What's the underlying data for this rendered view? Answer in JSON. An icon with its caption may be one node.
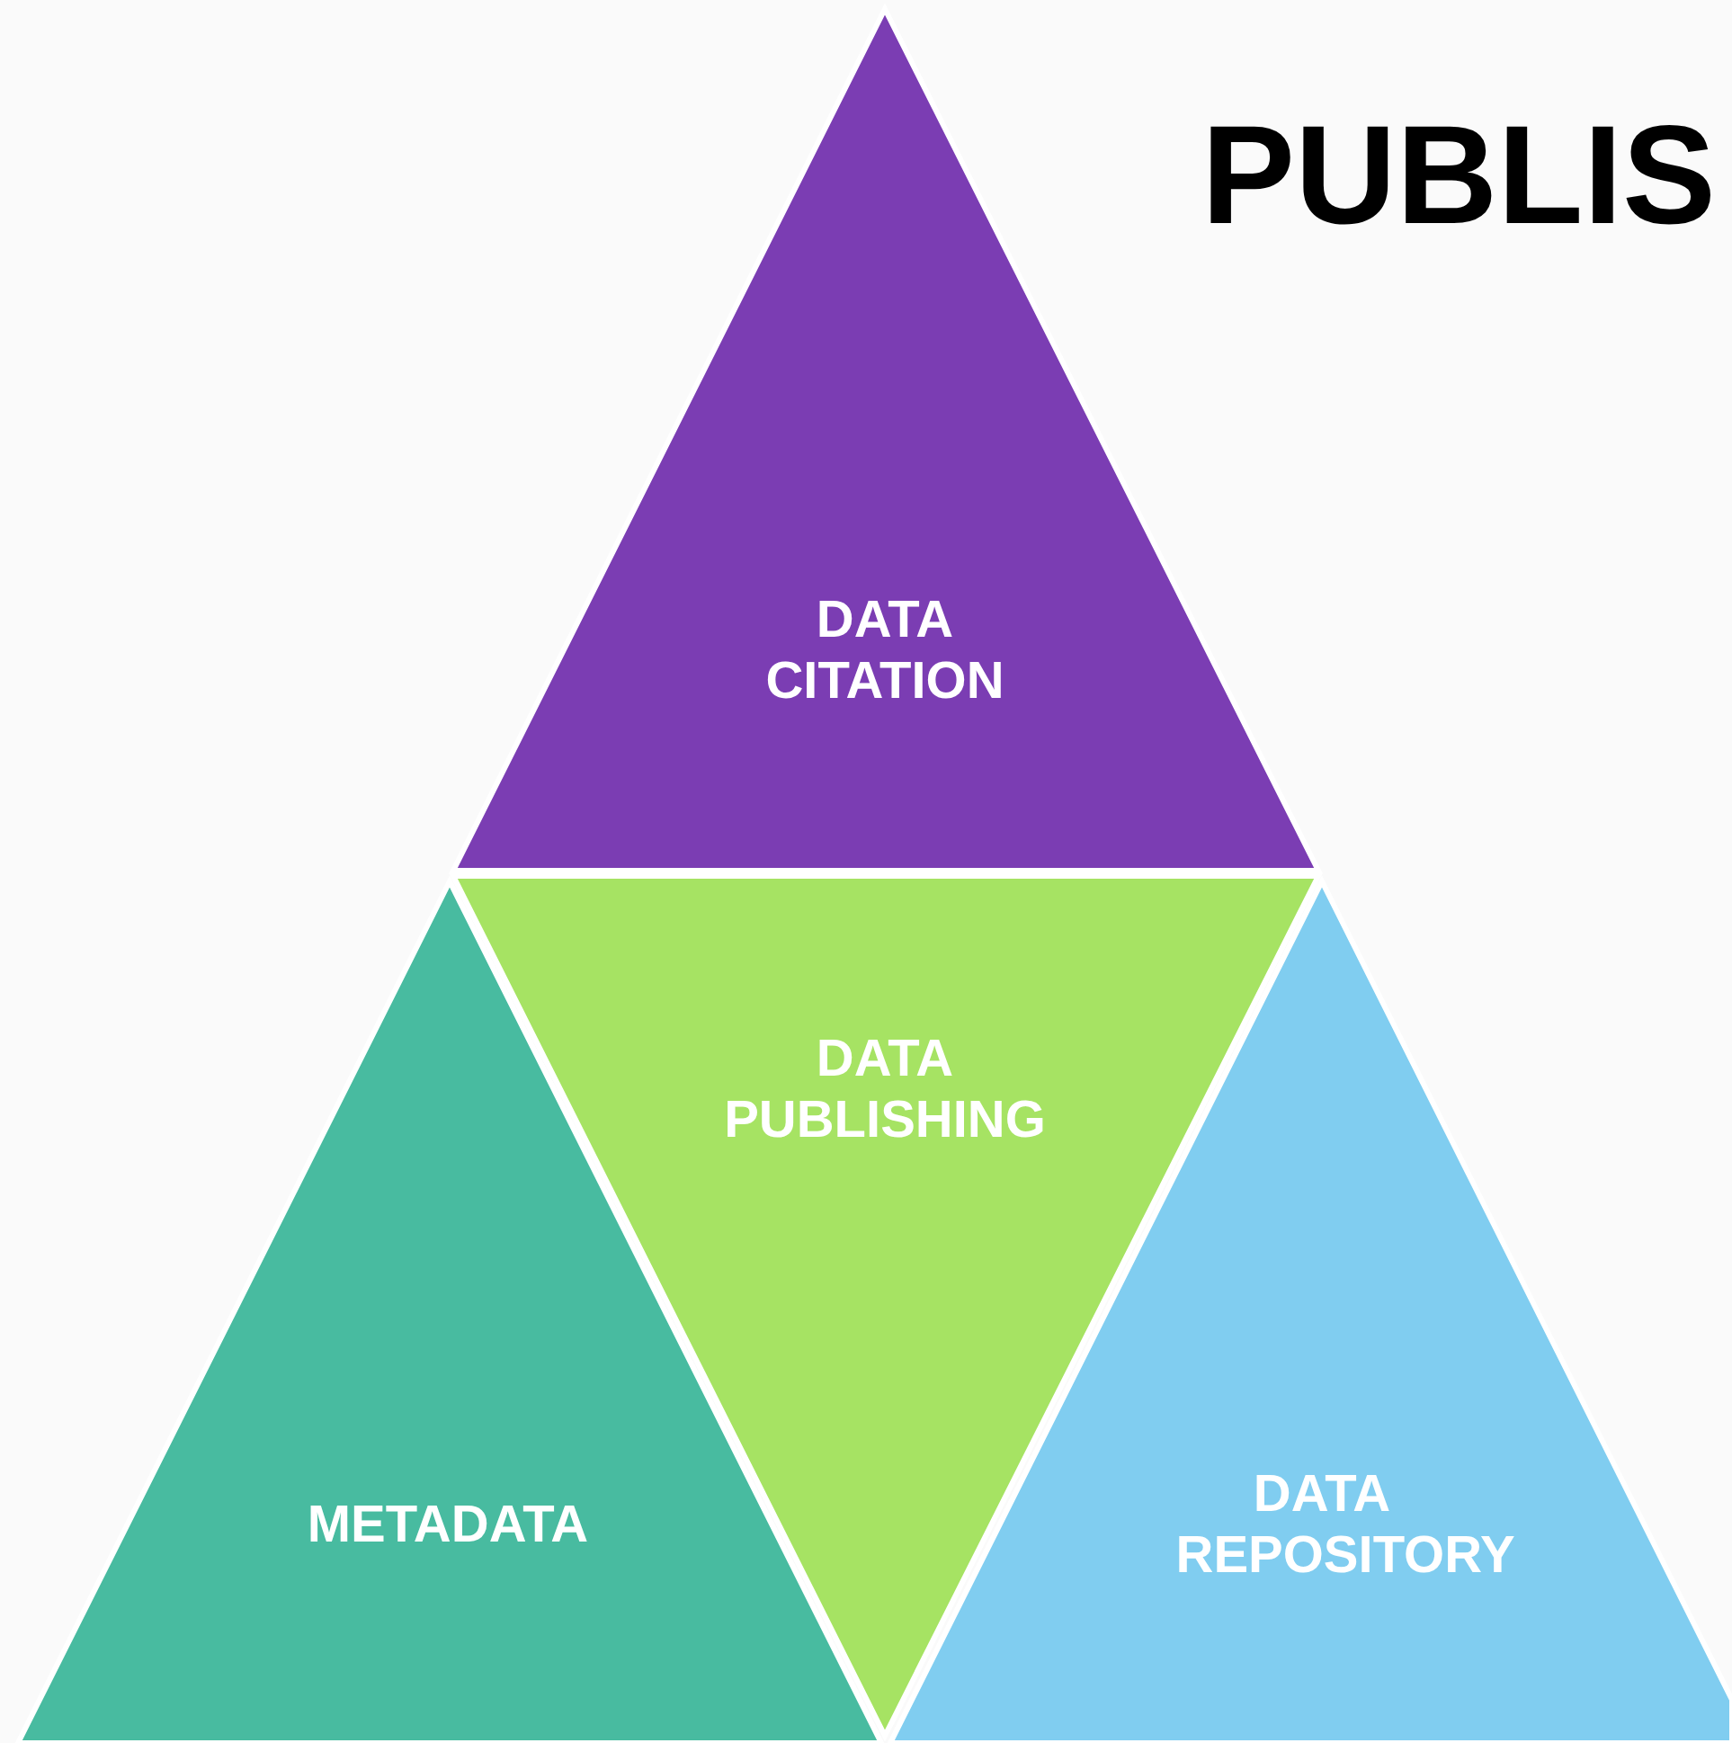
{
  "diagram": {
    "title": "PUBLIS",
    "nodes": [
      {
        "text": [
          "DATA CITATION"
        ]
      },
      {
        "text": [
          "DATA PUBLISHING"
        ]
      },
      {
        "text": [
          "METADATA"
        ]
      },
      {
        "text": [
          "DATA REPOSITORY"
        ]
      }
    ]
  }
}
